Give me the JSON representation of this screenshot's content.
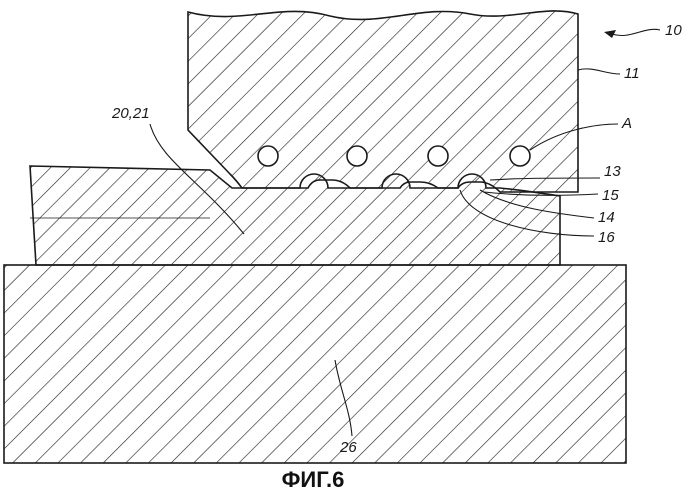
{
  "figure": {
    "caption": "ФИГ.6",
    "labels": {
      "assembly": "10",
      "upper_member": "11",
      "bore_a": "A",
      "ref_13": "13",
      "ref_15": "15",
      "ref_14": "14",
      "ref_16": "16",
      "middle_member": "20,21",
      "base_member": "26"
    }
  }
}
